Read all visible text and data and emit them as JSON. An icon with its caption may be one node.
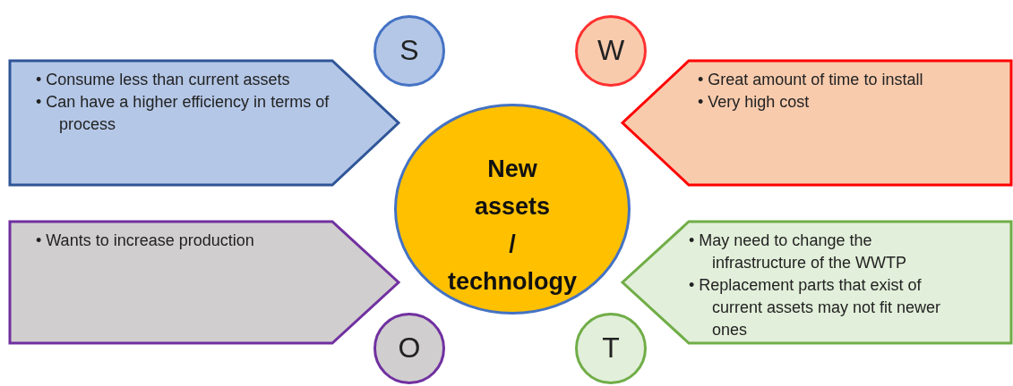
{
  "diagram": {
    "nodes": [
      {
        "text": [
          "S"
        ]
      },
      {
        "text": [
          "W"
        ]
      },
      {
        "text": [
          "• Consume less than current assets",
          "• Can have a higher efficiency in terms of process"
        ]
      },
      {
        "text": [
          "• Great amount of time to install",
          "• Very high cost"
        ]
      },
      {
        "text": [
          "New assets / technology"
        ]
      },
      {
        "text": [
          "• Wants to increase production"
        ]
      },
      {
        "text": [
          "• May need to change the infrastructure of the WWTP",
          "• Replacement parts that exist of current assets may not fit newer ones"
        ]
      },
      {
        "text": [
          "O"
        ]
      },
      {
        "text": [
          "T"
        ]
      }
    ]
  }
}
